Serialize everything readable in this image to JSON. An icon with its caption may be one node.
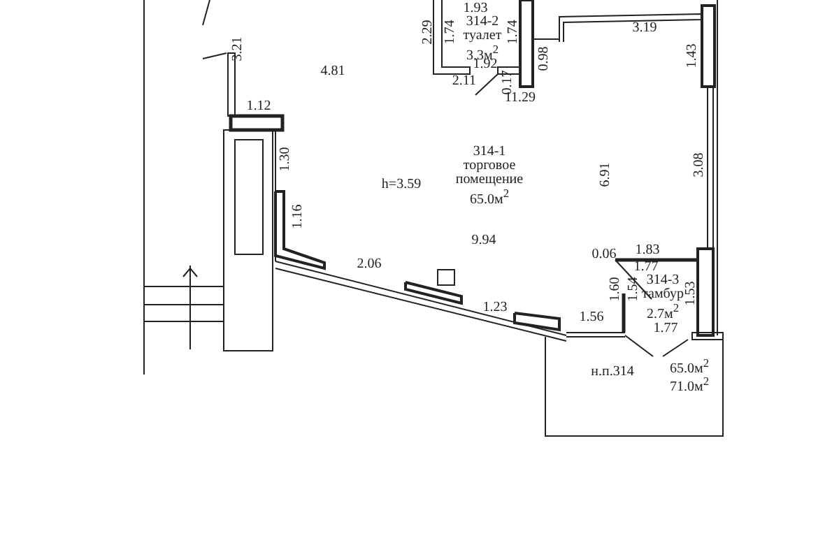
{
  "diagram": {
    "nodes": [
      {
        "text": [
          "314-2 туалет 3.3м$^{2}$"
        ]
      },
      {
        "text": [
          "314-1 торговое помещение 65.0м$^{2}$"
        ]
      },
      {
        "text": [
          "314-3 тамбур 2.7м$^{2}$"
        ]
      }
    ],
    "labels": [
      "1.93",
      "2.29",
      "1.74",
      "1.74",
      "3.19",
      "3.21",
      "1.43",
      "1.92",
      "0.98",
      "4.81",
      "2.11",
      "0.17",
      "11.29",
      "1.12",
      "1.30",
      "3.08",
      "h=3.59",
      "6.91",
      "1.16",
      "9.94",
      "2.06",
      "0.06",
      "1.83",
      "1.77",
      "1.60",
      "1.54",
      "1.53",
      "1.23",
      "1.56",
      "1.77",
      "н.п.314",
      "65.0м$^{2}$",
      "71.0м$^{2}$"
    ]
  }
}
